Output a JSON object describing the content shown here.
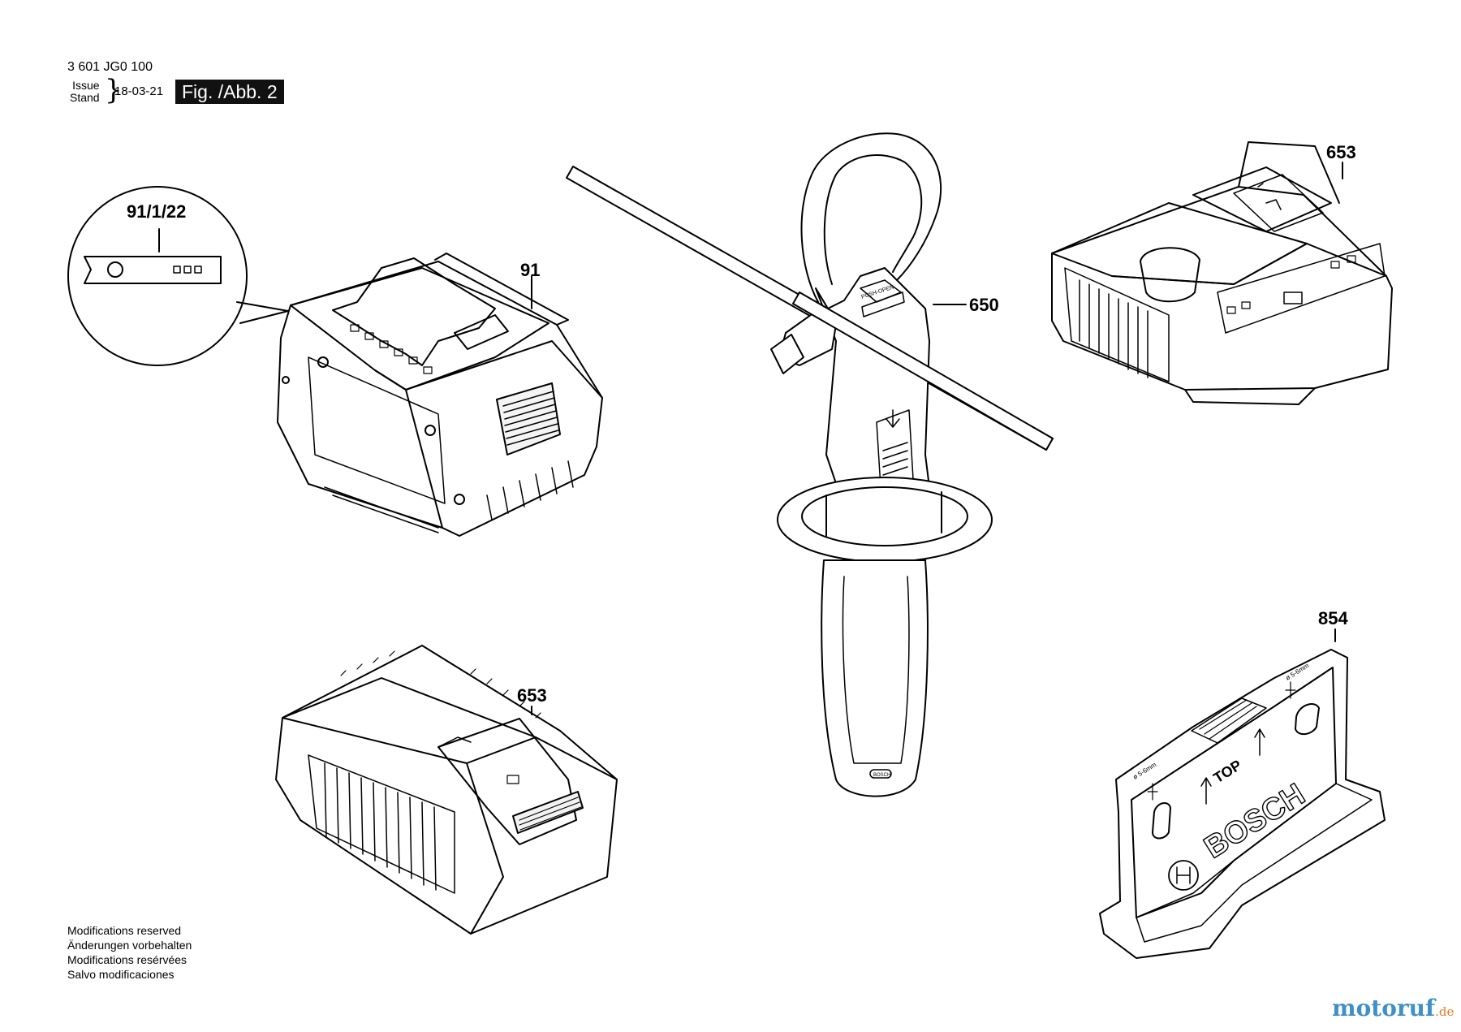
{
  "header": {
    "part_number": "3 601 JG0 100",
    "issue_label": "Issue",
    "stand_label": "Stand",
    "date": "18-03-21",
    "figure": "Fig. /Abb. 2"
  },
  "callouts": {
    "label_detail": "91/1/22",
    "battery": "91",
    "handle": "650",
    "charger_top": "653",
    "charger_bottom": "653",
    "holder": "854"
  },
  "holder_text": {
    "top": "TOP",
    "brand": "BOSCH",
    "size_left": "ø 5-6mm",
    "size_right": "ø 5-6mm"
  },
  "handle_text": {
    "band": "PUSH-OPEN",
    "grip": "BOSCH"
  },
  "notes": [
    "Modifications reserved",
    "Änderungen vorbehalten",
    "Modifications resérvées",
    "Salvo modificaciones"
  ],
  "watermark": {
    "main": "motoruf",
    "tld": ".de"
  }
}
